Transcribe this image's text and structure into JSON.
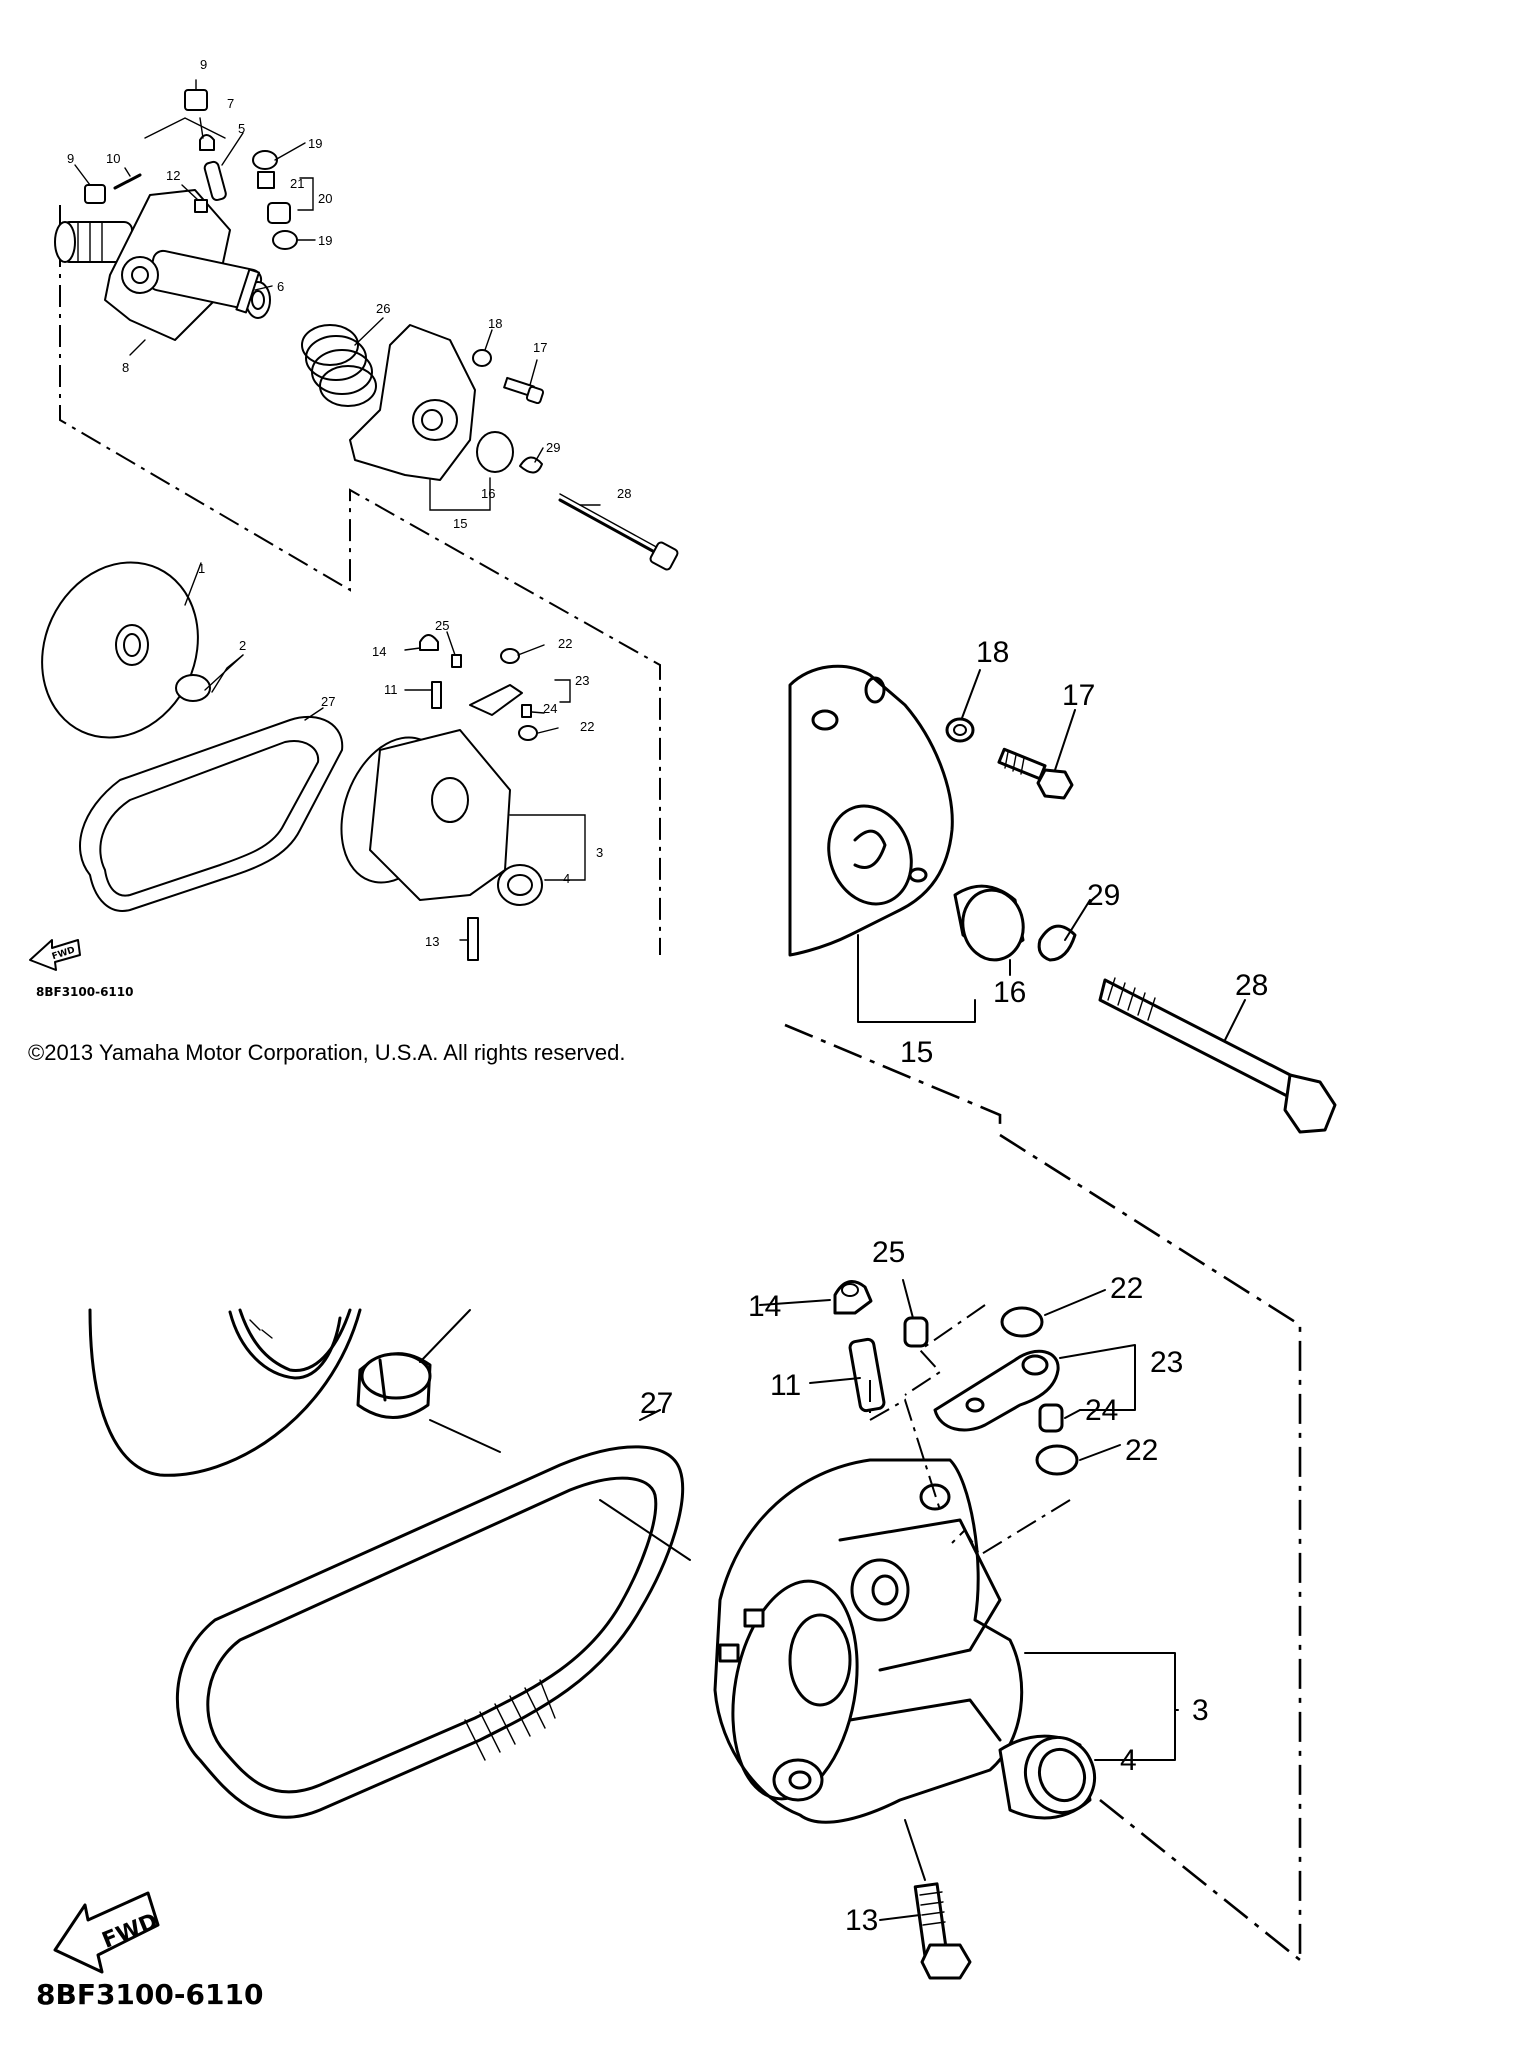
{
  "copyright": "©2013 Yamaha Motor Corporation, U.S.A. All rights reserved.",
  "diagram_code_small": "8BF3100-6110",
  "diagram_code_large": "8BF3100-6110",
  "fwd_label": "FWD",
  "overview_callouts": {
    "c1": "1",
    "c2": "2",
    "c3": "3",
    "c4": "4",
    "c5": "5",
    "c6": "6",
    "c7": "7",
    "c8": "8",
    "c9a": "9",
    "c9b": "9",
    "c10": "10",
    "c11": "11",
    "c12": "12",
    "c13": "13",
    "c14": "14",
    "c15": "15",
    "c16": "16",
    "c17": "17",
    "c18": "18",
    "c19a": "19",
    "c19b": "19",
    "c20": "20",
    "c21": "21",
    "c22a": "22",
    "c22b": "22",
    "c23": "23",
    "c24": "24",
    "c25": "25",
    "c26": "26",
    "c27": "27",
    "c28": "28",
    "c29": "29"
  },
  "detail_callouts": {
    "c18": "18",
    "c17": "17",
    "c29": "29",
    "c28": "28",
    "c16": "16",
    "c15": "15",
    "c25": "25",
    "c22a": "22",
    "c14": "14",
    "c11": "11",
    "c23": "23",
    "c24": "24",
    "c22b": "22",
    "c27": "27",
    "c3": "3",
    "c4": "4",
    "c13": "13"
  }
}
